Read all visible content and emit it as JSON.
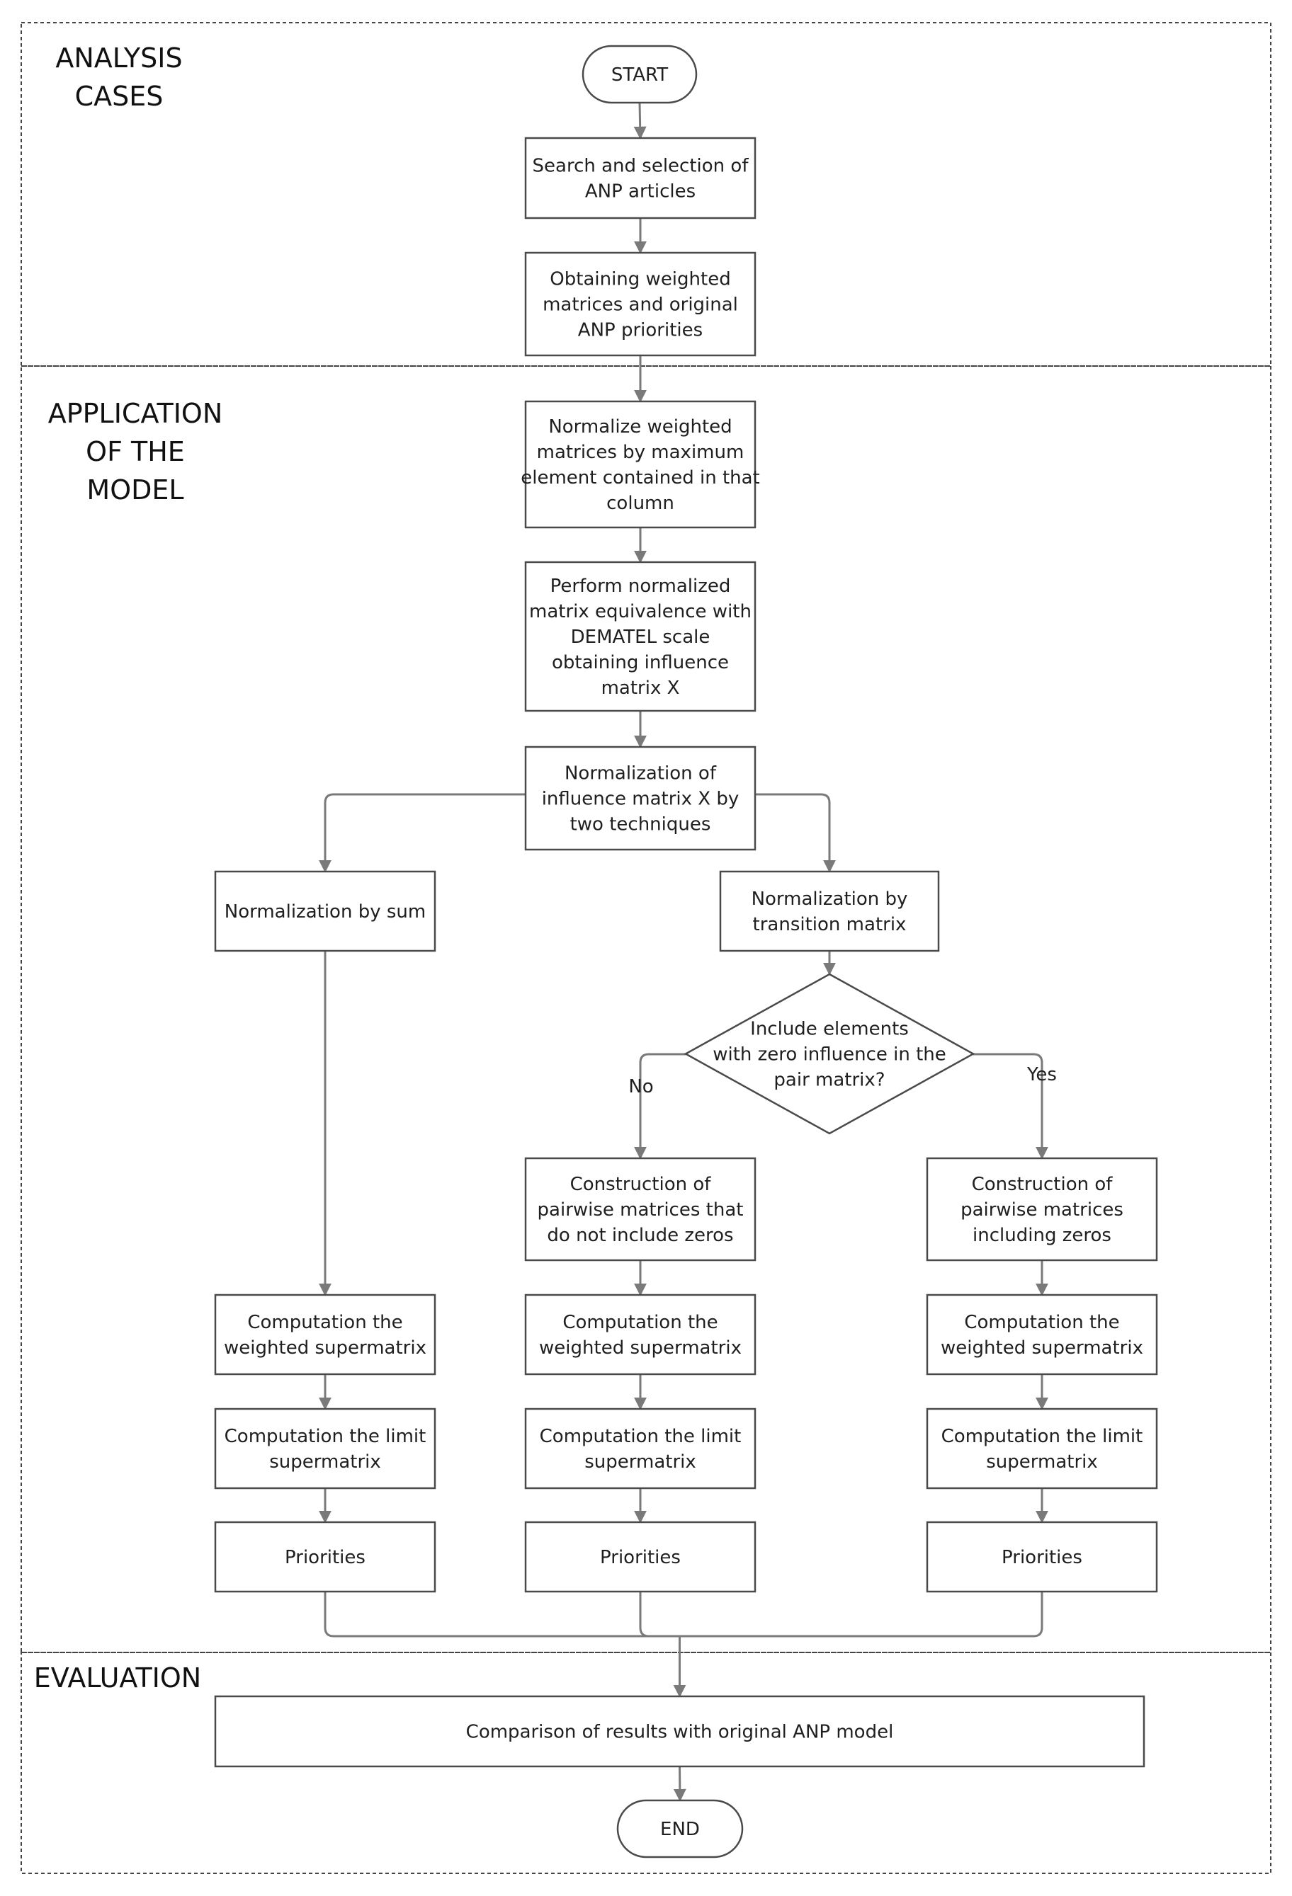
{
  "sections": [
    {
      "id": "analysis",
      "lines": [
        "ANALYSIS",
        "CASES"
      ]
    },
    {
      "id": "application",
      "lines": [
        "APPLICATION",
        "OF THE",
        "MODEL"
      ]
    },
    {
      "id": "evaluation",
      "lines": [
        "EVALUATION"
      ]
    }
  ],
  "nodes": [
    {
      "id": "start",
      "shape": "terminal",
      "lines": [
        "START"
      ]
    },
    {
      "id": "search",
      "shape": "process",
      "lines": [
        "Search and selection of",
        "ANP articles"
      ]
    },
    {
      "id": "obtain",
      "shape": "process",
      "lines": [
        "Obtaining weighted",
        "matrices and original",
        "ANP priorities"
      ]
    },
    {
      "id": "normalize",
      "shape": "process",
      "lines": [
        "Normalize weighted",
        "matrices by maximum",
        "element contained in that",
        "column"
      ]
    },
    {
      "id": "perform",
      "shape": "process",
      "lines": [
        "Perform normalized",
        "matrix equivalence with",
        "DEMATEL scale",
        "obtaining influence",
        "matrix X"
      ]
    },
    {
      "id": "normX",
      "shape": "process",
      "lines": [
        "Normalization of",
        "influence matrix X by",
        "two techniques"
      ]
    },
    {
      "id": "normSum",
      "shape": "process",
      "lines": [
        "Normalization by sum"
      ]
    },
    {
      "id": "normTrans",
      "shape": "process",
      "lines": [
        "Normalization by",
        "transition matrix"
      ]
    },
    {
      "id": "decision",
      "shape": "decision",
      "lines": [
        "Include elements",
        "with zero influence in the",
        "pair matrix?"
      ]
    },
    {
      "id": "noZeros",
      "shape": "process",
      "lines": [
        "Construction of",
        "pairwise matrices that",
        "do not include zeros"
      ]
    },
    {
      "id": "withZeros",
      "shape": "process",
      "lines": [
        "Construction of",
        "pairwise matrices",
        "including zeros"
      ]
    },
    {
      "id": "ws1",
      "shape": "process",
      "lines": [
        "Computation the",
        "weighted supermatrix"
      ]
    },
    {
      "id": "ws2",
      "shape": "process",
      "lines": [
        "Computation the",
        "weighted supermatrix"
      ]
    },
    {
      "id": "ws3",
      "shape": "process",
      "lines": [
        "Computation the",
        "weighted supermatrix"
      ]
    },
    {
      "id": "ls1",
      "shape": "process",
      "lines": [
        "Computation the limit",
        "supermatrix"
      ]
    },
    {
      "id": "ls2",
      "shape": "process",
      "lines": [
        "Computation the limit",
        "supermatrix"
      ]
    },
    {
      "id": "ls3",
      "shape": "process",
      "lines": [
        "Computation the limit",
        "supermatrix"
      ]
    },
    {
      "id": "pr1",
      "shape": "process",
      "lines": [
        "Priorities"
      ]
    },
    {
      "id": "pr2",
      "shape": "process",
      "lines": [
        "Priorities"
      ]
    },
    {
      "id": "pr3",
      "shape": "process",
      "lines": [
        "Priorities"
      ]
    },
    {
      "id": "compare",
      "shape": "process",
      "lines": [
        "Comparison of results with original ANP model"
      ]
    },
    {
      "id": "end",
      "shape": "terminal",
      "lines": [
        "END"
      ]
    }
  ],
  "edges": [
    {
      "from": "start",
      "to": "search"
    },
    {
      "from": "search",
      "to": "obtain"
    },
    {
      "from": "obtain",
      "to": "normalize"
    },
    {
      "from": "normalize",
      "to": "perform"
    },
    {
      "from": "perform",
      "to": "normX"
    },
    {
      "from": "normX",
      "to": "normSum"
    },
    {
      "from": "normX",
      "to": "normTrans"
    },
    {
      "from": "normSum",
      "to": "ws1"
    },
    {
      "from": "normTrans",
      "to": "decision"
    },
    {
      "from": "decision",
      "to": "noZeros",
      "label": "No"
    },
    {
      "from": "decision",
      "to": "withZeros",
      "label": "Yes"
    },
    {
      "from": "noZeros",
      "to": "ws2"
    },
    {
      "from": "withZeros",
      "to": "ws3"
    },
    {
      "from": "ws1",
      "to": "ls1"
    },
    {
      "from": "ws2",
      "to": "ls2"
    },
    {
      "from": "ws3",
      "to": "ls3"
    },
    {
      "from": "ls1",
      "to": "pr1"
    },
    {
      "from": "ls2",
      "to": "pr2"
    },
    {
      "from": "ls3",
      "to": "pr3"
    },
    {
      "from": "pr1",
      "to": "compare"
    },
    {
      "from": "pr2",
      "to": "compare"
    },
    {
      "from": "pr3",
      "to": "compare"
    },
    {
      "from": "compare",
      "to": "end"
    }
  ],
  "colors": {
    "line": "#7a7a7a",
    "border": "#4a4a4a",
    "text": "#1f1f1f",
    "background": "#ffffff"
  }
}
